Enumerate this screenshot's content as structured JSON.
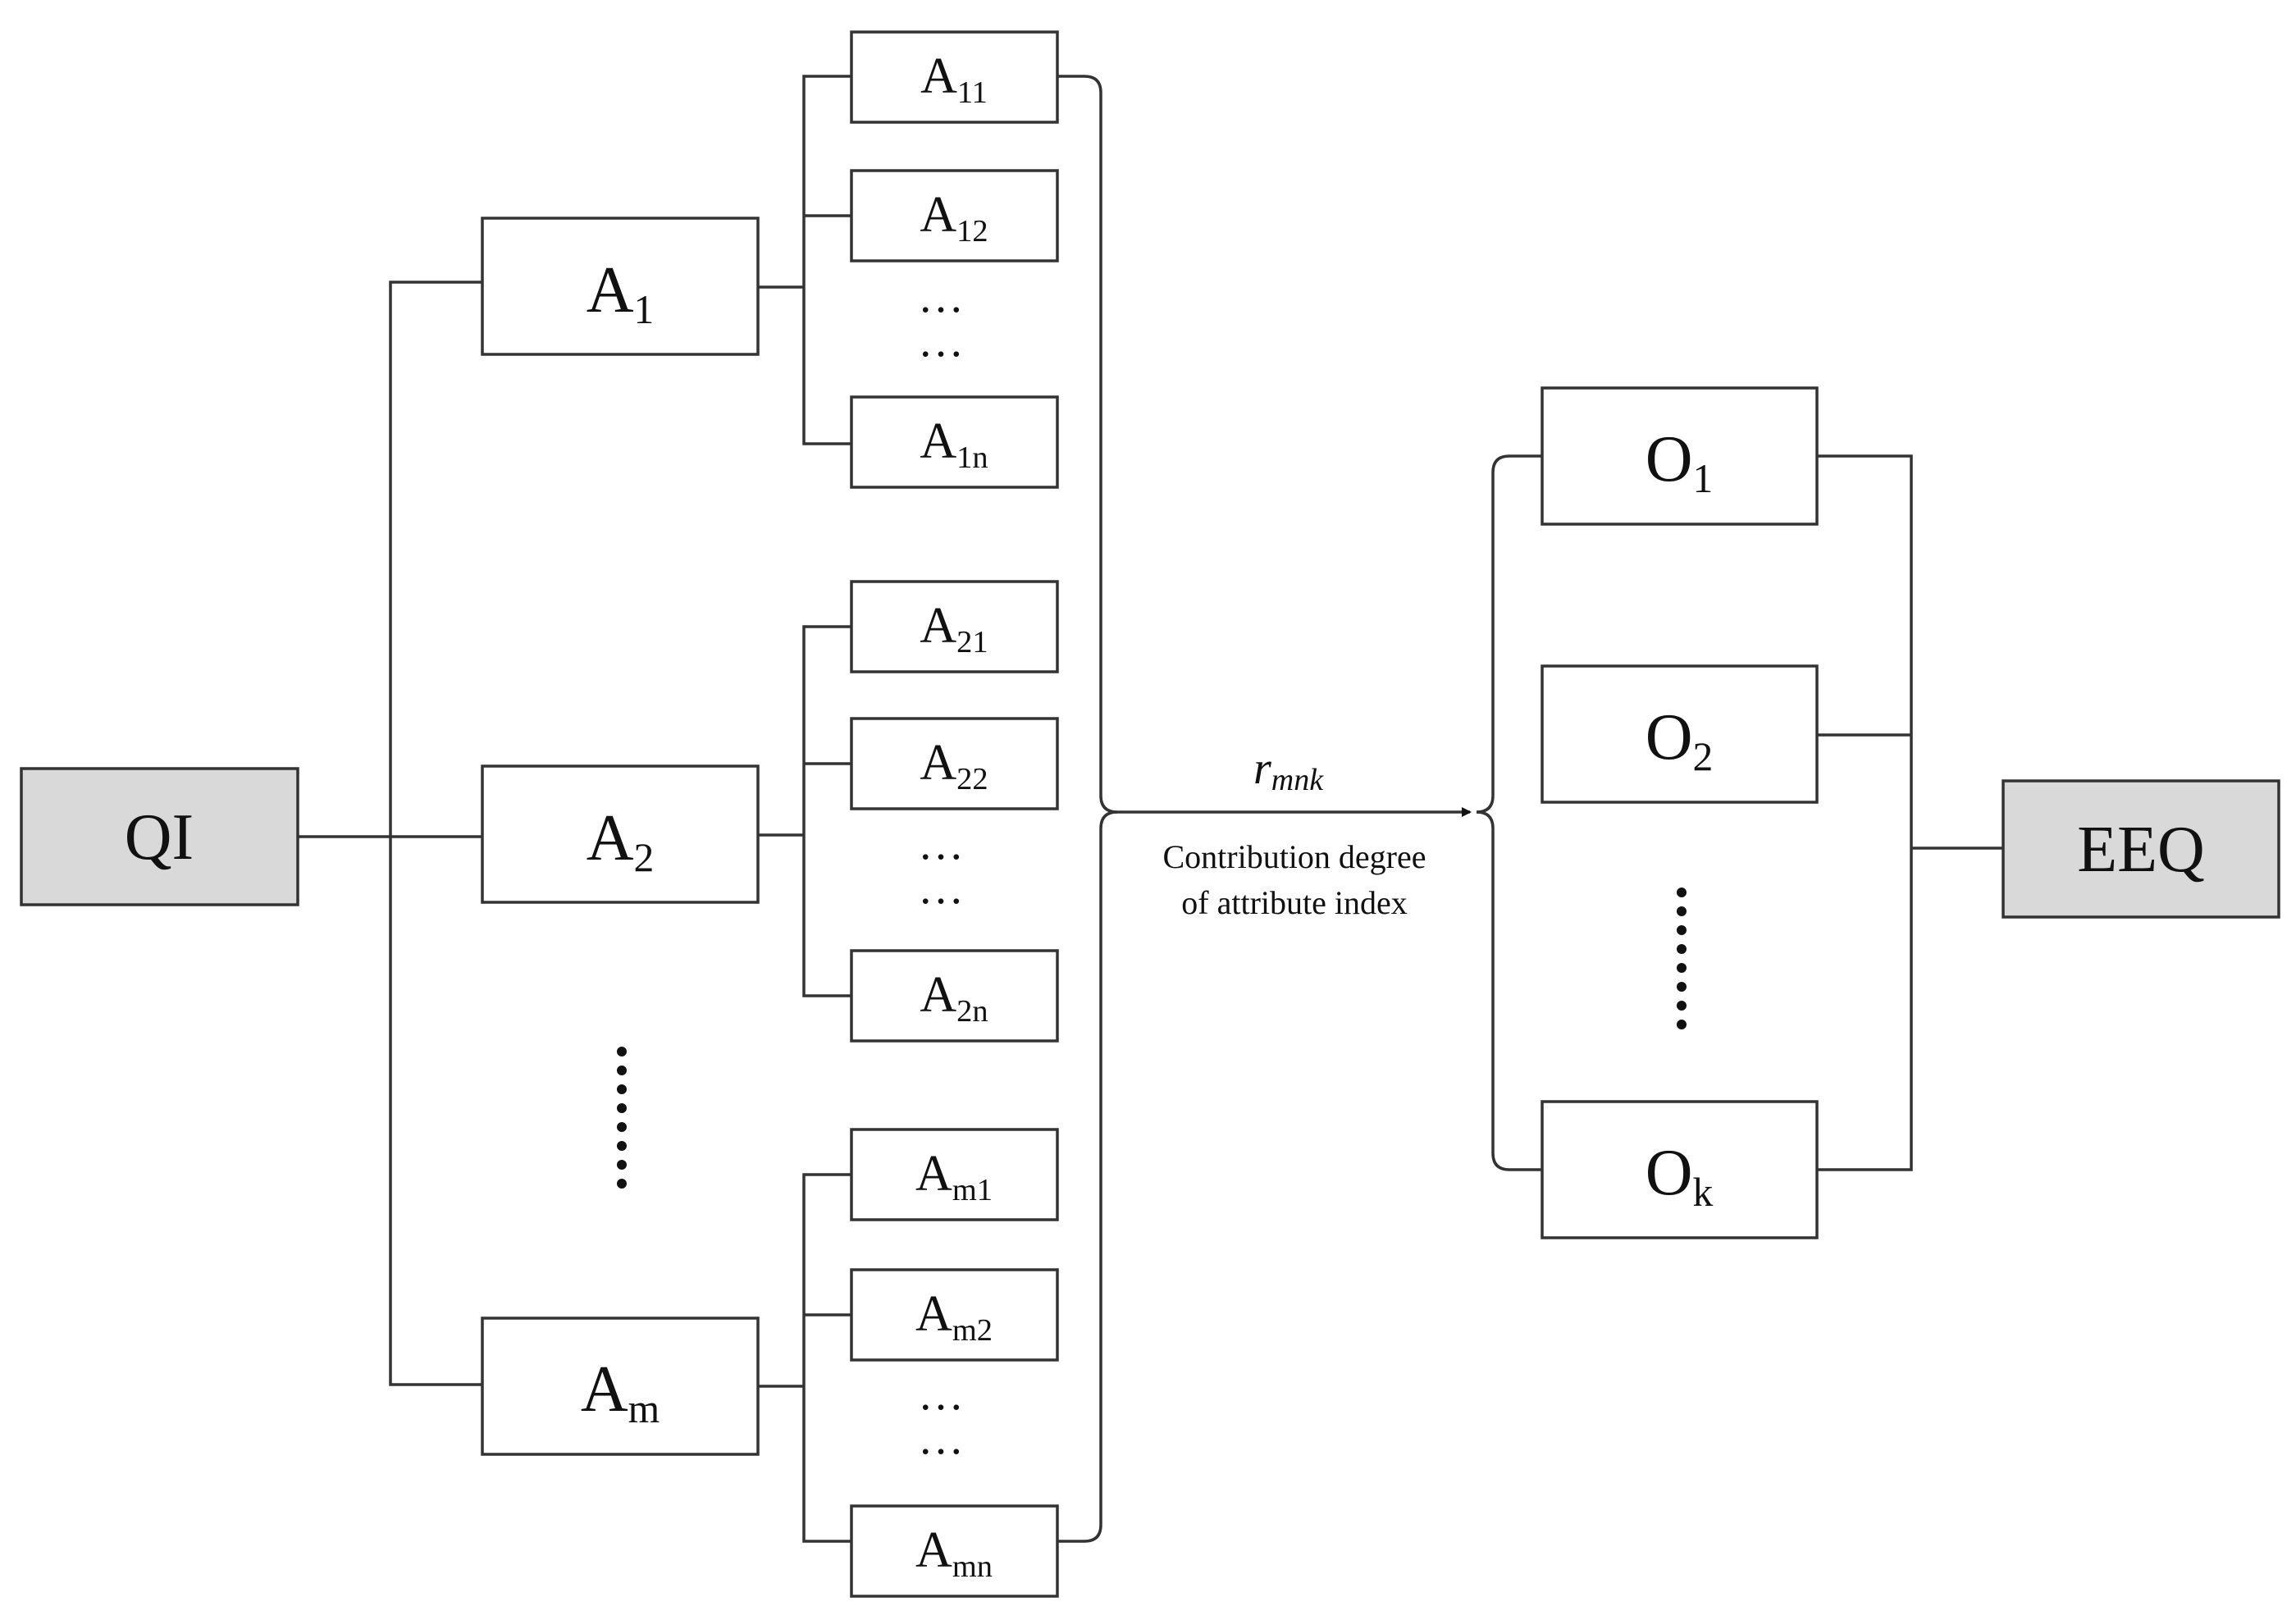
{
  "nodes": {
    "qi": "QI",
    "eeq": "EEQ",
    "a1": {
      "base": "A",
      "sub": "1"
    },
    "a2": {
      "base": "A",
      "sub": "2"
    },
    "am": {
      "base": "A",
      "sub": "m"
    },
    "a11": {
      "base": "A",
      "sub": "11"
    },
    "a12": {
      "base": "A",
      "sub": "12"
    },
    "a1n": {
      "base": "A",
      "sub": "1n"
    },
    "a21": {
      "base": "A",
      "sub": "21"
    },
    "a22": {
      "base": "A",
      "sub": "22"
    },
    "a2n": {
      "base": "A",
      "sub": "2n"
    },
    "am1": {
      "base": "A",
      "sub": "m1"
    },
    "am2": {
      "base": "A",
      "sub": "m2"
    },
    "amn": {
      "base": "A",
      "sub": "mn"
    },
    "o1": {
      "base": "O",
      "sub": "1"
    },
    "o2": {
      "base": "O",
      "sub": "2"
    },
    "ok": {
      "base": "O",
      "sub": "k"
    }
  },
  "ellipsis": "…",
  "arrow": {
    "symbol": {
      "base": "r",
      "sub": "mnk"
    },
    "caption_line1": "Contribution degree",
    "caption_line2": "of attribute index"
  }
}
